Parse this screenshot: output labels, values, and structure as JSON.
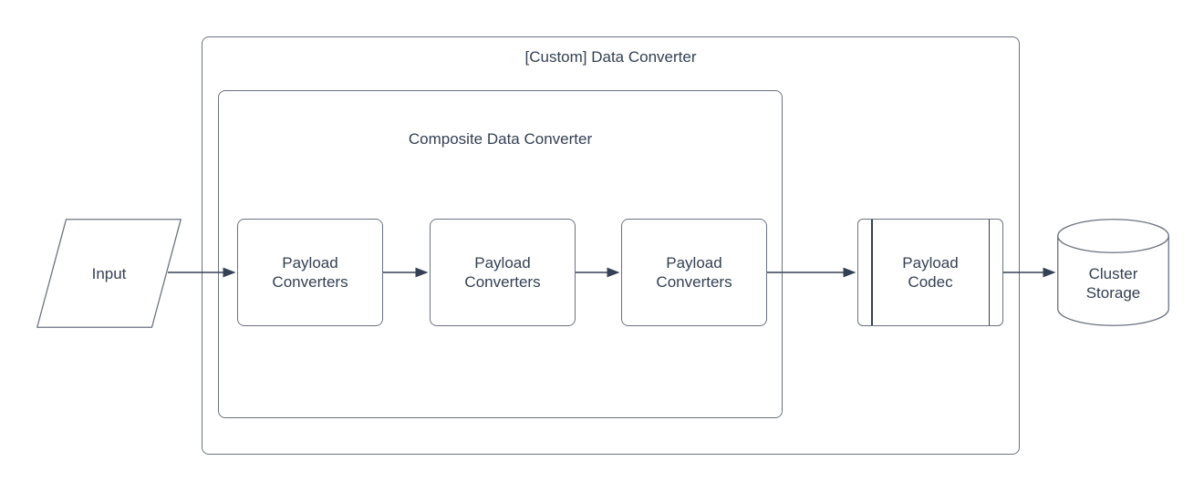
{
  "colors": {
    "background": "#ffffff",
    "shape_stroke": "#6b7280",
    "arrow": "#344054",
    "text": "#344054"
  },
  "nodes": {
    "input": {
      "label": "Input",
      "shape": "parallelogram"
    },
    "custom_converter": {
      "label": "[Custom] Data Converter",
      "shape": "container"
    },
    "composite_converter": {
      "label": "Composite Data Converter",
      "shape": "container"
    },
    "payload_converters_1": {
      "label": "Payload\nConverters",
      "shape": "rounded-rectangle"
    },
    "payload_converters_2": {
      "label": "Payload\nConverters",
      "shape": "rounded-rectangle"
    },
    "payload_converters_3": {
      "label": "Payload\nConverters",
      "shape": "rounded-rectangle"
    },
    "payload_codec": {
      "label": "Payload\nCodec",
      "shape": "predefined-process"
    },
    "cluster_storage": {
      "label": "Cluster\nStorage",
      "shape": "cylinder"
    }
  },
  "edges": [
    {
      "from": "input",
      "to": "payload_converters_1"
    },
    {
      "from": "payload_converters_1",
      "to": "payload_converters_2"
    },
    {
      "from": "payload_converters_2",
      "to": "payload_converters_3"
    },
    {
      "from": "payload_converters_3",
      "to": "payload_codec"
    },
    {
      "from": "payload_codec",
      "to": "cluster_storage"
    }
  ]
}
